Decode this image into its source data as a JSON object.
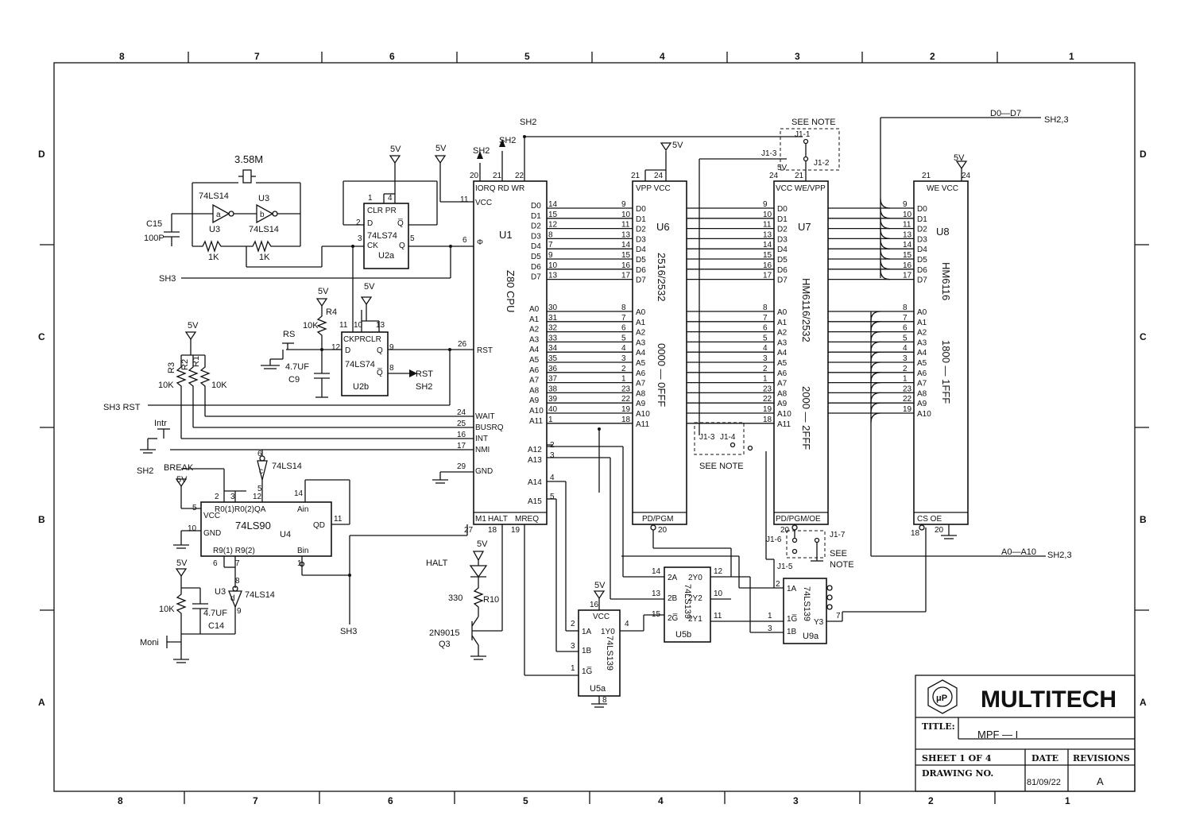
{
  "zones": {
    "columns": [
      "8",
      "7",
      "6",
      "5",
      "4",
      "3",
      "2",
      "1"
    ],
    "rows": [
      "D",
      "C",
      "B",
      "A"
    ]
  },
  "title_block": {
    "company": "MULTITECH",
    "logo_text": "μP",
    "title_label": "TITLE:",
    "title_value": "MPF — I",
    "sheet_label": "SHEET 1 OF 4",
    "date_label": "DATE",
    "revisions_label": "REVISIONS",
    "drawing_label": "DRAWING NO.",
    "date_value": "81/09/22",
    "revision_value": "A"
  },
  "chips": {
    "u1": {
      "ref": "U1",
      "type": "Z80 CPU"
    },
    "u6": {
      "ref": "U6",
      "type": "2516/2532",
      "range": "0000 — 0FFF"
    },
    "u7": {
      "ref": "U7",
      "type": "HM6116/2532",
      "range": "2000 — 2FFF"
    },
    "u8": {
      "ref": "U8",
      "type": "HM6116",
      "range": "1800 — 1FFF"
    },
    "u2a": {
      "ref": "U2a",
      "type": "74LS74"
    },
    "u2b": {
      "ref": "U2b",
      "type": "74LS74"
    },
    "u4": {
      "ref": "U4",
      "type": "74LS90"
    },
    "u5a": {
      "ref": "U5a",
      "type": "74LS139"
    },
    "u5b": {
      "ref": "U5b",
      "type": "74LS139"
    },
    "u9a": {
      "ref": "U9a",
      "type": "74LS139"
    }
  },
  "labels": {
    "crystal": "3.58M",
    "inv1": "74LS14",
    "inv2": "74LS14",
    "u3": "U3",
    "c15": "C15",
    "c15v": "100P",
    "r1k_a": "1K",
    "r1k_b": "1K",
    "sh3_a": "SH3",
    "sh3_rst": "SH3 RST",
    "sh3_b": "SH3",
    "sh2_break": "SH2",
    "break": "BREAK",
    "rs": "RS",
    "r4": "R4",
    "r4v": "10K",
    "c9": "C9",
    "c9v": "4.7UF",
    "rst_sh2_a": "RST",
    "rst_sh2_b": "SH2",
    "r3": "R3",
    "r2": "R2",
    "r1": "R1",
    "r3v": "10K",
    "r1v": "10K",
    "intr": "Intr",
    "moni": "Moni",
    "c14": "C14",
    "c14v": "4.7UF",
    "r_moni": "10K",
    "halt": "HALT",
    "r10": "R10",
    "r10v": "330",
    "q3": "Q3",
    "q3v": "2N9015",
    "see_note_top": "SEE NOTE",
    "see_note_mid": "SEE NOTE",
    "see_note_b1": "SEE",
    "see_note_b2": "NOTE",
    "d0d7": "D0—D7",
    "sh23_top": "SH2,3",
    "a0a10": "A0—A10",
    "sh23_bot": "SH2,3",
    "sh2_1": "SH2",
    "sh2_2": "SH2",
    "sh2_3": "SH2",
    "v5": "5V",
    "j1_1": "J1-1",
    "j1_2": "J1-2",
    "j1_3top": "J1-3",
    "j1_3": "J1-3",
    "j1_4": "J1-4",
    "j1_5": "J1-5",
    "j1_6": "J1-6",
    "j1_7": "J1-7",
    "u1_top": "IORQ RD WR",
    "vcc": "VCC",
    "gnd": "GND",
    "wait": "WAIT",
    "busrq": "BUSRQ",
    "int": "INT",
    "nmi": "NMI",
    "rst": "RST",
    "m1": "M1",
    "haltpin": "HALT",
    "mreq": "MREQ",
    "vpp_vcc": "VPP VCC",
    "pd_pgm": "PD/PGM",
    "pd_pgm_oe": "PD/PGM/OE",
    "vcc_we": "VCC WE/VPP",
    "we_vcc": "WE VCC",
    "cs_oe": "CS OE",
    "clr_pr": "CLR PR",
    "ckprclr": "CKPRCLR",
    "u4_top": "R0(1)R0(2)QA",
    "u4_bot": "R9(1) R9(2)",
    "ain": "Ain",
    "bin": "Bin",
    "qd": "QD"
  },
  "buses": {
    "data": [
      "D0",
      "D1",
      "D2",
      "D3",
      "D4",
      "D5",
      "D6",
      "D7"
    ],
    "addr": [
      "A0",
      "A1",
      "A2",
      "A3",
      "A4",
      "A5",
      "A6",
      "A7",
      "A8",
      "A9",
      "A10",
      "A11"
    ],
    "addr_hi": [
      "A12",
      "A13",
      "A14",
      "A15"
    ]
  }
}
